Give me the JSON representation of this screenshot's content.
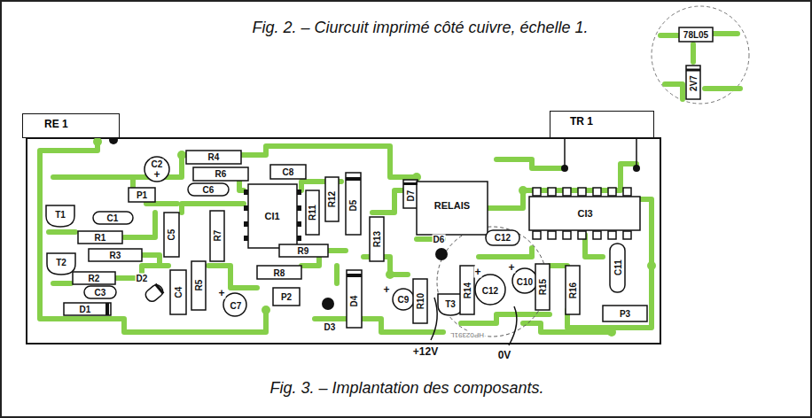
{
  "diagram": {
    "title": "Fig. 2. – Ciurcuit imprimé côté cuivre, échelle 1.",
    "caption": "Fig. 3. – Implantation des composants.",
    "nodes": [
      {
        "text": [
          "RE 1"
        ]
      },
      {
        "text": [
          "TR 1"
        ]
      }
    ],
    "edges": [],
    "labels": [
      "78L05",
      "2V7",
      "C2",
      "+",
      "R4",
      "R6",
      "C8",
      "C6",
      "P1",
      "T1",
      "C1",
      "CI1",
      "R11",
      "R12",
      "D5",
      "D7",
      "RELAIS",
      "C12",
      "CI3",
      "R1",
      "C5",
      "R7",
      "R9",
      "R13",
      "D6",
      "T2",
      "R3",
      "R8",
      "R2",
      "C3",
      "D2",
      "R5",
      "C4",
      "P2",
      "+",
      "C7",
      "D4",
      "D3",
      "D1",
      "+",
      "C9",
      "R10",
      "T3",
      "R14",
      "+",
      "C12",
      "+",
      "C10",
      "R15",
      "R16",
      "C11",
      "P3",
      "+12V",
      "0V",
      "HP02391L"
    ]
  }
}
